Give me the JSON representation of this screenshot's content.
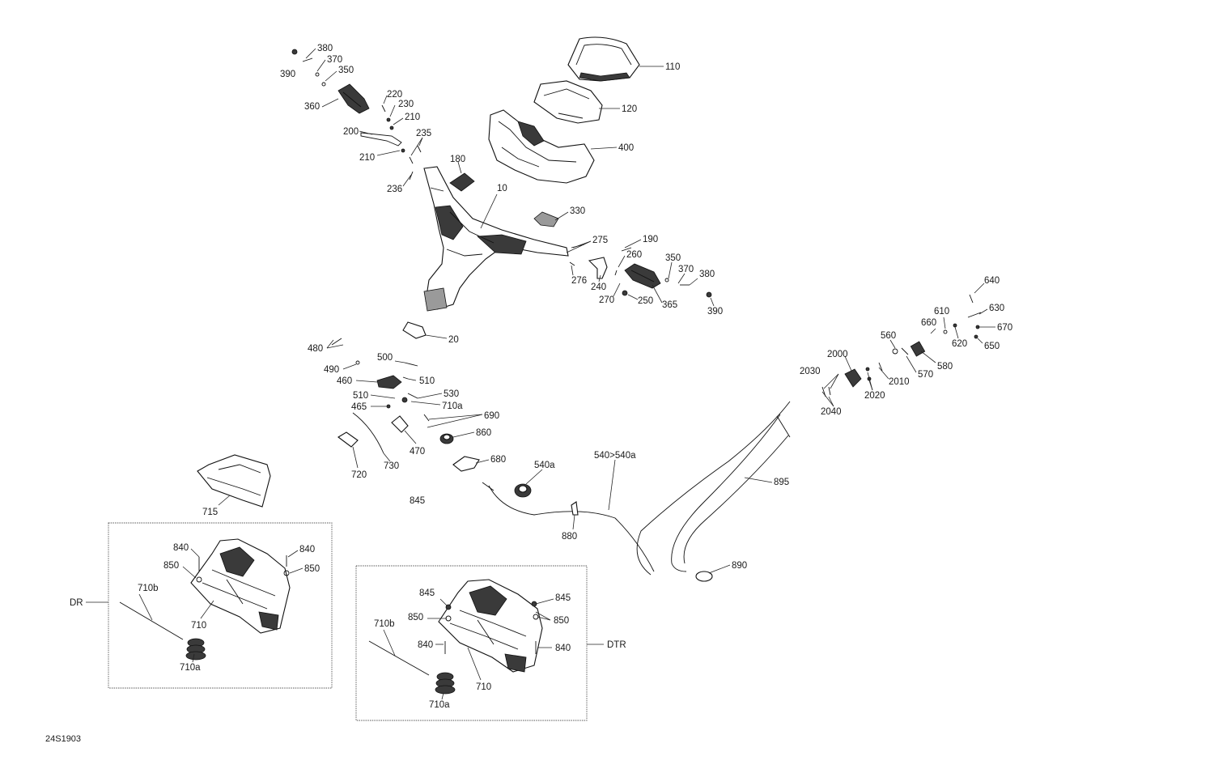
{
  "diagram_code": "24S1903",
  "callouts": {
    "c10": "10",
    "c20": "20",
    "c110": "110",
    "c120": "120",
    "c180": "180",
    "c190": "190",
    "c200": "200",
    "c210a": "210",
    "c210b": "210",
    "c220": "220",
    "c230": "230",
    "c235": "235",
    "c236": "236",
    "c240": "240",
    "c250": "250",
    "c260": "260",
    "c270": "270",
    "c275": "275",
    "c276": "276",
    "c330": "330",
    "c350a": "350",
    "c350b": "350",
    "c360": "360",
    "c365": "365",
    "c370a": "370",
    "c370b": "370",
    "c380a": "380",
    "c380b": "380",
    "c390a": "390",
    "c390b": "390",
    "c400": "400",
    "c460": "460",
    "c465": "465",
    "c470": "470",
    "c480": "480",
    "c490": "490",
    "c500": "500",
    "c510a": "510",
    "c510b": "510",
    "c530": "530",
    "c540": "540>540a",
    "c540a": "540a",
    "c560": "560",
    "c570": "570",
    "c580": "580",
    "c610": "610",
    "c620": "620",
    "c630": "630",
    "c640": "640",
    "c650": "650",
    "c660": "660",
    "c670": "670",
    "c680": "680",
    "c690": "690",
    "c710a_top": "710a",
    "c715": "715",
    "c720": "720",
    "c730": "730",
    "c845_top": "845",
    "c860": "860",
    "c880": "880",
    "c890": "890",
    "c895": "895",
    "c2000": "2000",
    "c2010": "2010",
    "c2020": "2020",
    "c2030": "2030",
    "c2040": "2040"
  },
  "dr_box": {
    "label": "DR",
    "c840a": "840",
    "c840b": "840",
    "c850a": "850",
    "c850b": "850",
    "c710b": "710b",
    "c710": "710",
    "c710a": "710a"
  },
  "dtr_box": {
    "label": "DTR",
    "c845a": "845",
    "c845b": "845",
    "c850a": "850",
    "c850b": "850",
    "c840a": "840",
    "c840b": "840",
    "c710b": "710b",
    "c710": "710",
    "c710a": "710a"
  }
}
